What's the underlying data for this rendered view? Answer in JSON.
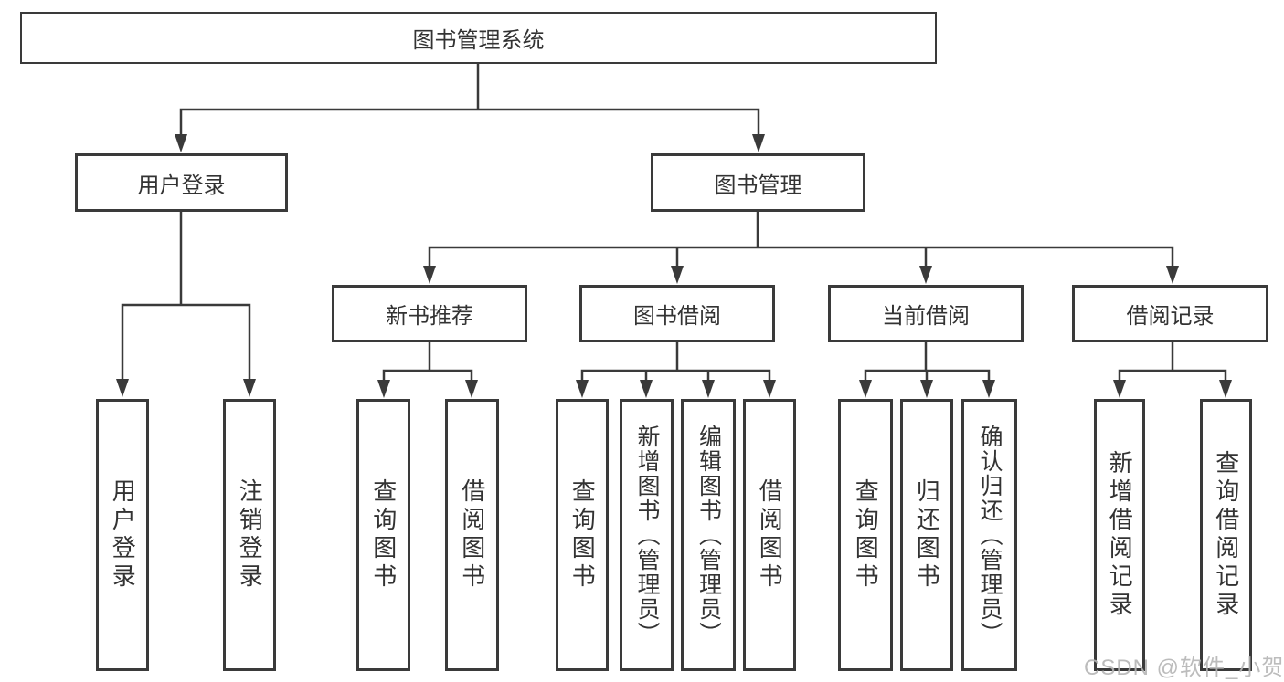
{
  "tree": {
    "label": "图书管理系统",
    "children": [
      {
        "label": "用户登录",
        "children": [
          {
            "label": "用户登录"
          },
          {
            "label": "注销登录"
          }
        ]
      },
      {
        "label": "图书管理",
        "children": [
          {
            "label": "新书推荐",
            "children": [
              {
                "label": "查询图书"
              },
              {
                "label": "借阅图书"
              }
            ]
          },
          {
            "label": "图书借阅",
            "children": [
              {
                "label": "查询图书"
              },
              {
                "label": "新增图书（管理员）"
              },
              {
                "label": "编辑图书（管理员）"
              },
              {
                "label": "借阅图书"
              }
            ]
          },
          {
            "label": "当前借阅",
            "children": [
              {
                "label": "查询图书"
              },
              {
                "label": "归还图书"
              },
              {
                "label": "确认归还（管理员）"
              }
            ]
          },
          {
            "label": "借阅记录",
            "children": [
              {
                "label": "新增借阅记录"
              },
              {
                "label": "查询借阅记录"
              }
            ]
          }
        ]
      }
    ]
  },
  "watermark": {
    "text": "CSDN @软件_小贺同学",
    "color": "#b5b5b5"
  },
  "colors": {
    "line": "#3a3a3a",
    "box_border": "#3a3a3a",
    "text": "#333333",
    "background": "#ffffff"
  }
}
